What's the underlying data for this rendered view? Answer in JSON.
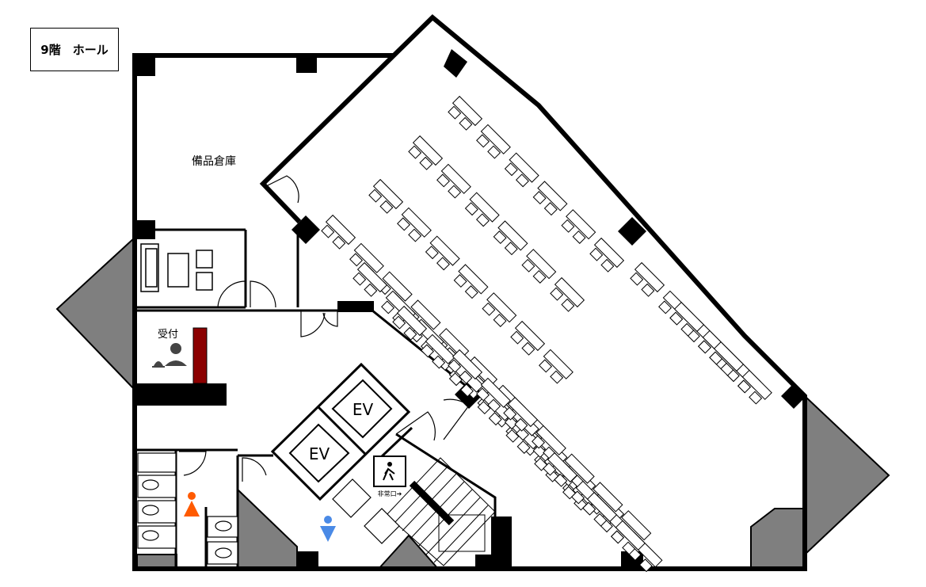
{
  "floor_label": "9階　ホール",
  "rooms": {
    "storage": "備品倉庫",
    "reception": "受付",
    "ev_upper": "EV",
    "ev_lower": "EV",
    "emergency_exit": "非常口➔"
  },
  "colors": {
    "wall": "#000000",
    "pillar_gray": "#7f7f7f",
    "reception_counter": "#8b0000",
    "female_icon": "#ff5a00",
    "male_icon": "#4a8ae6"
  },
  "icons": {
    "reception_person": "receptionist-icon",
    "bell": "bell-icon",
    "female": "female-restroom-icon",
    "male": "male-restroom-icon",
    "exit": "emergency-exit-icon"
  }
}
